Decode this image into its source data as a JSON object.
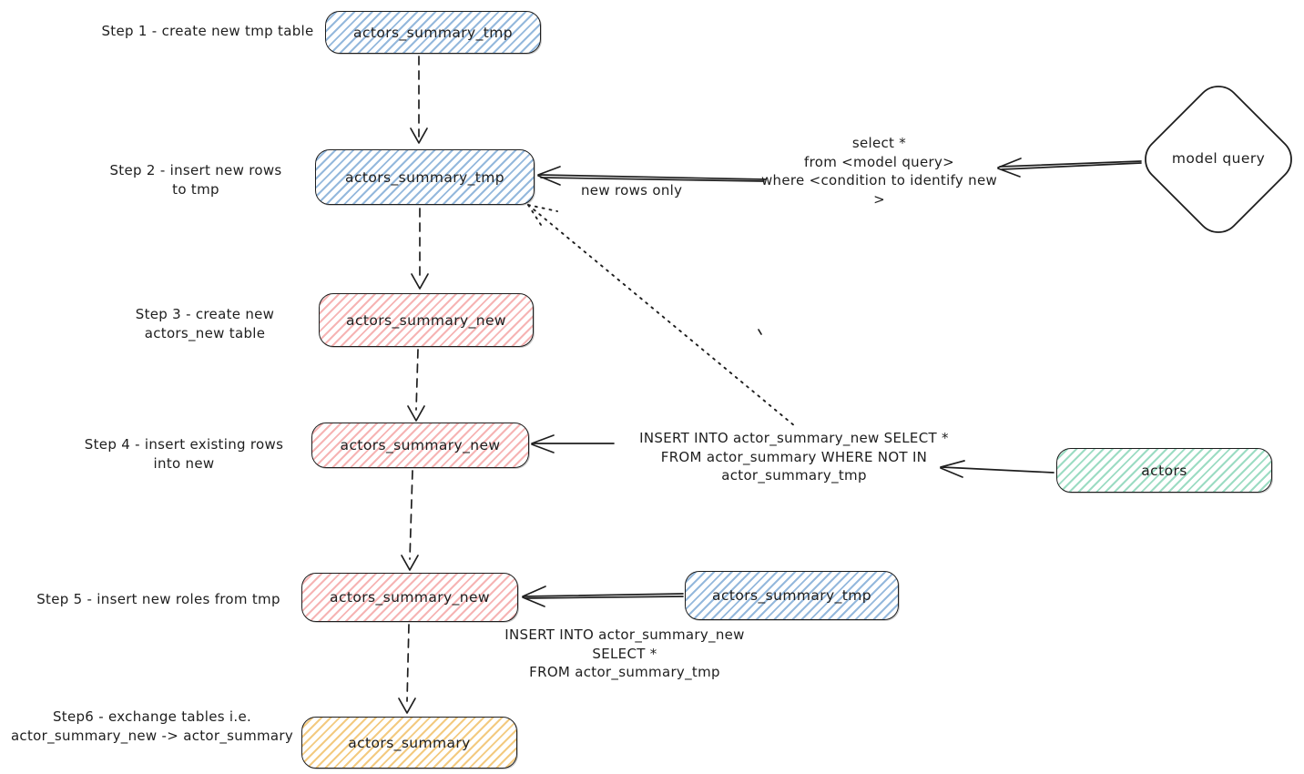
{
  "canvas": {
    "background": "#ffffff",
    "ink": "#1e1e1e"
  },
  "colors": {
    "node_blue_hatch": "#7aa7d4",
    "node_pink_hatch": "#f29494",
    "node_green_hatch": "#67c9a3",
    "node_yellow_hatch": "#f0bd61",
    "stroke": "#1e1e1e"
  },
  "steps": {
    "step1": {
      "line1": "Step 1 - create new tmp table"
    },
    "step2": {
      "line1": "Step 2 - insert new rows",
      "line2": "to tmp"
    },
    "step3": {
      "line1": "Step 3 - create new",
      "line2": "actors_new table"
    },
    "step4": {
      "line1": "Step 4 - insert existing rows",
      "line2": "into new"
    },
    "step5": {
      "line1": "Step 5 - insert new roles from tmp"
    },
    "step6": {
      "line1": "Step6 - exchange tables i.e.",
      "line2": "actor_summary_new -> actor_summary"
    }
  },
  "nodes": {
    "tmp1": "actors_summary_tmp",
    "tmp2": "actors_summary_tmp",
    "new3": "actors_summary_new",
    "new4": "actors_summary_new",
    "new5": "actors_summary_new",
    "tmp_source": "actors_summary_tmp",
    "actors": "actors",
    "summary": "actors_summary",
    "model_query": "model query"
  },
  "annotations": {
    "new_rows_only": "new rows only",
    "select_query": {
      "line1": "select *",
      "line2": "from <model query>",
      "line3": "where <condition to identify new >"
    },
    "insert_step4": {
      "line1": "INSERT INTO actor_summary_new SELECT *",
      "line2": "FROM actor_summary WHERE NOT IN",
      "line3": "actor_summary_tmp"
    },
    "insert_step5": {
      "line1": "INSERT INTO actor_summary_new",
      "line2": "SELECT *",
      "line3": "FROM actor_summary_tmp"
    }
  }
}
